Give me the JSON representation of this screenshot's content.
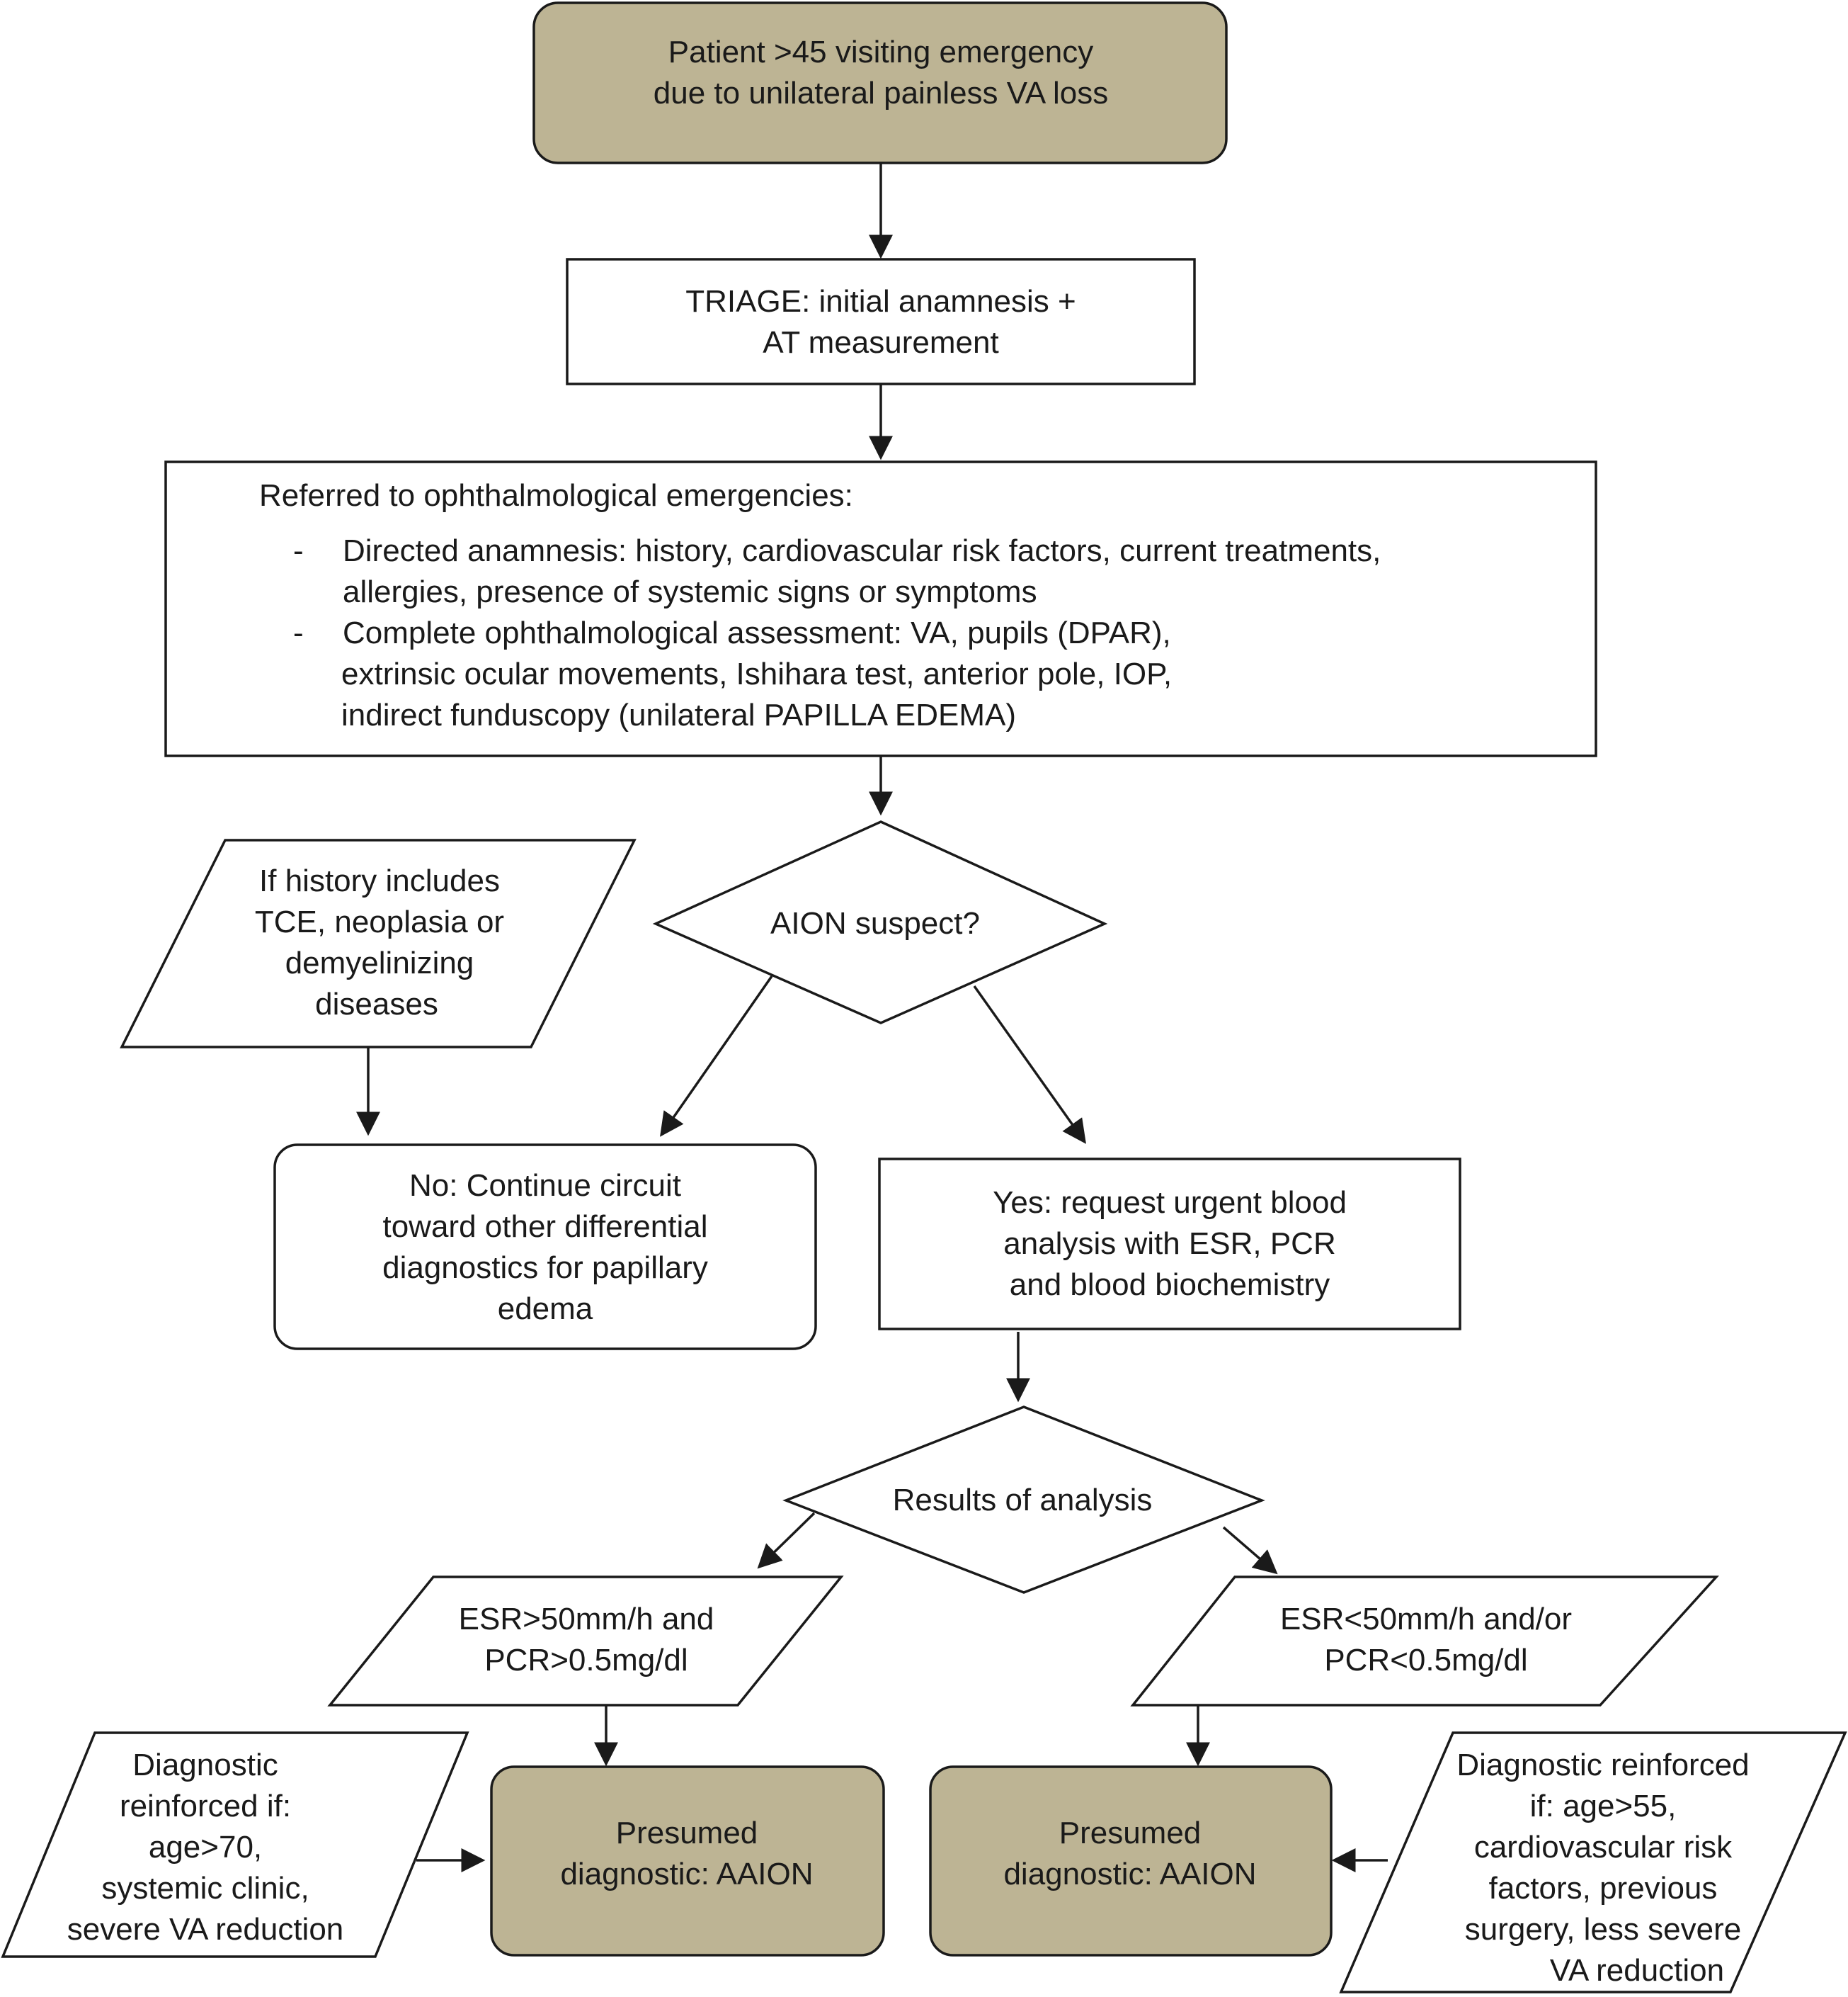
{
  "diagram": {
    "start": {
      "lines": [
        "Patient >45 visiting emergency",
        "due to unilateral painless VA loss"
      ]
    },
    "triage": {
      "lines": [
        "TRIAGE: initial anamnesis +",
        "AT measurement"
      ]
    },
    "referral": {
      "title": "Referred to ophthalmological emergencies:",
      "bullet_marker": "-",
      "bullet1_lines": [
        "Directed anamnesis: history, cardiovascular risk factors, current treatments,",
        "allergies, presence of systemic signs or symptoms"
      ],
      "bullet2_lines": [
        "Complete ophthalmological assessment: VA, pupils (DPAR),",
        "extrinsic ocular movements, Ishihara test, anterior pole, IOP,",
        "indirect funduscopy (unilateral PAPILLA EDEMA)"
      ]
    },
    "decision_aion": {
      "label": "AION suspect?"
    },
    "history_note": {
      "lines": [
        "If history includes",
        "TCE, neoplasia or",
        "demyelinizing",
        "diseases"
      ]
    },
    "no_branch": {
      "lines": [
        "No: Continue circuit",
        "toward other differential",
        "diagnostics for papillary",
        "edema"
      ]
    },
    "yes_branch": {
      "lines": [
        "Yes: request urgent blood",
        "analysis with ESR, PCR",
        "and blood biochemistry"
      ]
    },
    "decision_results": {
      "label": "Results of analysis"
    },
    "high_esr": {
      "lines": [
        "ESR>50mm/h and",
        "PCR>0.5mg/dl"
      ]
    },
    "low_esr": {
      "lines": [
        "ESR<50mm/h and/or",
        "PCR<0.5mg/dl"
      ]
    },
    "reinforce_left": {
      "lines": [
        "Diagnostic",
        "reinforced if:",
        "age>70,",
        "systemic clinic,",
        "severe VA reduction"
      ]
    },
    "outcome_left": {
      "lines": [
        "Presumed",
        "diagnostic: AAION"
      ]
    },
    "outcome_right": {
      "lines": [
        "Presumed",
        "diagnostic: AAION"
      ]
    },
    "reinforce_right": {
      "lines": [
        "Diagnostic reinforced",
        "if: age>55,",
        "cardiovascular risk",
        "factors, previous",
        "surgery, less severe",
        "VA reduction"
      ]
    },
    "colors": {
      "tan_fill": "#bdb494",
      "stroke": "#1a1a1a",
      "background": "#ffffff"
    }
  }
}
